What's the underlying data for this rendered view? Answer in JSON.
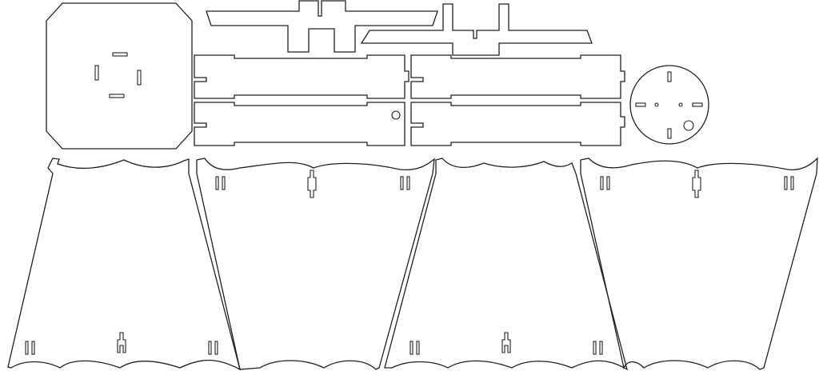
{
  "drawing": {
    "kind": "laser-cut template",
    "stroke_color": "#231f20",
    "background_color": "#ffffff",
    "text_labels": []
  },
  "parts": {
    "octagon_base": {
      "slot_count": 4
    },
    "crossbars": {
      "count": 2
    },
    "long_slats": {
      "count": 4,
      "with_hole": 1
    },
    "round_disc": {
      "slot_count": 4,
      "small_holes": 2,
      "large_holes": 1
    },
    "side_panels": {
      "count": 4,
      "edge_style": "wavy"
    }
  }
}
